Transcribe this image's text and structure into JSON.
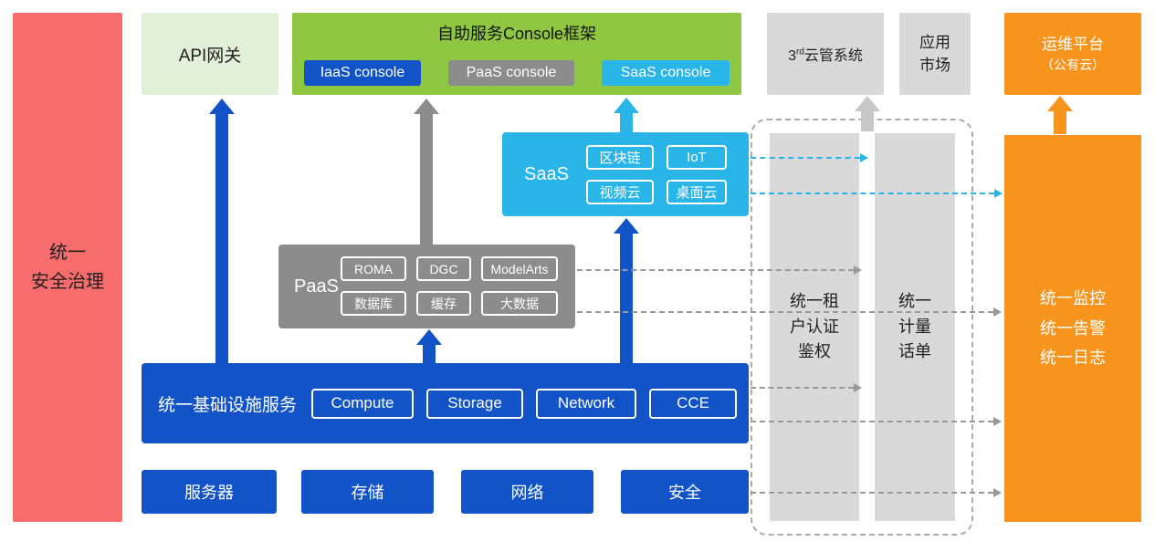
{
  "left_bar": {
    "line1": "统一",
    "line2": "安全治理"
  },
  "api_gateway": {
    "label": "API网关"
  },
  "console_frame": {
    "title": "自助服务Console框架",
    "buttons": [
      "IaaS console",
      "PaaS console",
      "SaaS console"
    ]
  },
  "third_cloud": {
    "prefix": "3",
    "sup": "rd",
    "rest": "云管系统"
  },
  "app_market": {
    "line1": "应用",
    "line2": "市场"
  },
  "ops_platform": {
    "line1": "运维平台",
    "line2": "（公有云）"
  },
  "saas": {
    "label": "SaaS",
    "chips": [
      "区块链",
      "IoT",
      "视频云",
      "桌面云"
    ]
  },
  "paas": {
    "label": "PaaS",
    "chips": [
      "ROMA",
      "DGC",
      "ModelArts",
      "数据库",
      "缓存",
      "大数据"
    ]
  },
  "infra": {
    "label": "统一基础设施服务",
    "chips": [
      "Compute",
      "Storage",
      "Network",
      "CCE"
    ]
  },
  "hardware_row": [
    "服务器",
    "存储",
    "网络",
    "安全"
  ],
  "auth_bar": {
    "lines": [
      "统一租",
      "户认证",
      "鉴权"
    ]
  },
  "metering_bar": {
    "lines": [
      "统一",
      "计量",
      "话单"
    ]
  },
  "monitor_bar": {
    "lines": [
      "统一监控",
      "统一告警",
      "统一日志"
    ]
  },
  "colors": {
    "blue": "#1254C7",
    "gray": "#8C8C8C",
    "light_gray": "#D9D9D9",
    "cyan": "#29B5E8",
    "green": "#8FC742",
    "light_green": "#E2F0D9",
    "orange": "#F7941E",
    "red": "#F76D6D",
    "connector_gray": "#999999"
  }
}
